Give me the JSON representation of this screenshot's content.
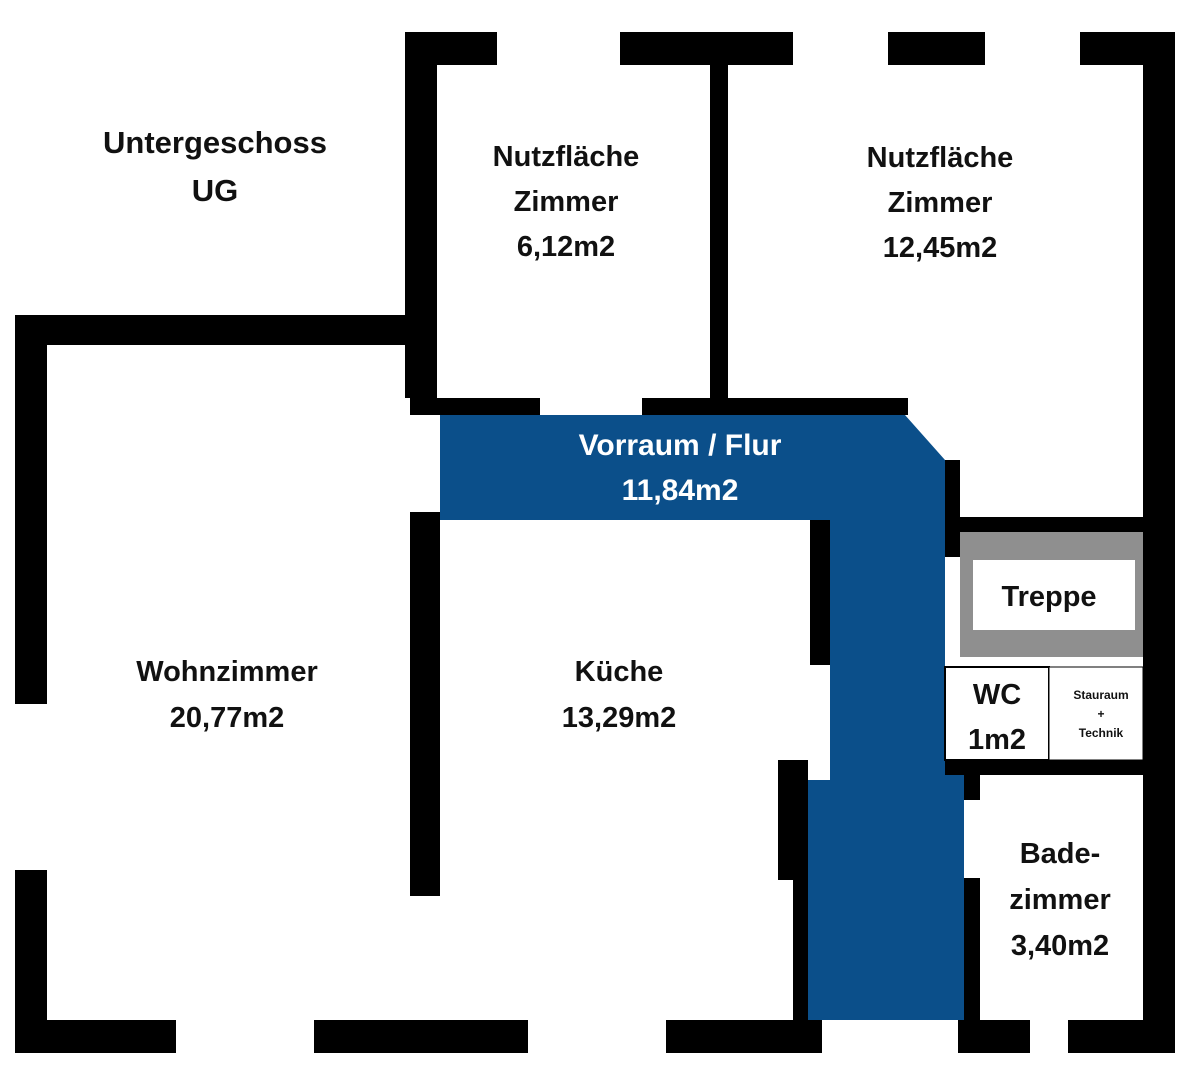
{
  "colors": {
    "wall": "#000000",
    "hall": "#0b4f8a",
    "stair_frame": "#8f8f8f",
    "background": "#ffffff"
  },
  "floor": {
    "line1": "Untergeschoss",
    "line2": "UG"
  },
  "rooms": {
    "nutz_small": {
      "line1": "Nutzfläche",
      "line2": "Zimmer",
      "line3": "6,12m2"
    },
    "nutz_large": {
      "line1": "Nutzfläche",
      "line2": "Zimmer",
      "line3": "12,45m2"
    },
    "vorraum": {
      "line1": "Vorraum / Flur",
      "line2": "11,84m2"
    },
    "treppe": {
      "line1": "Treppe"
    },
    "wc": {
      "line1": "WC",
      "line2": "1m2"
    },
    "stauraum": {
      "line1": "Stauraum",
      "line2": "+",
      "line3": "Technik"
    },
    "wohnzimmer": {
      "line1": "Wohnzimmer",
      "line2": "20,77m2"
    },
    "kueche": {
      "line1": "Küche",
      "line2": "13,29m2"
    },
    "bad": {
      "line1": "Bade-",
      "line2": "zimmer",
      "line3": "3,40m2"
    }
  }
}
